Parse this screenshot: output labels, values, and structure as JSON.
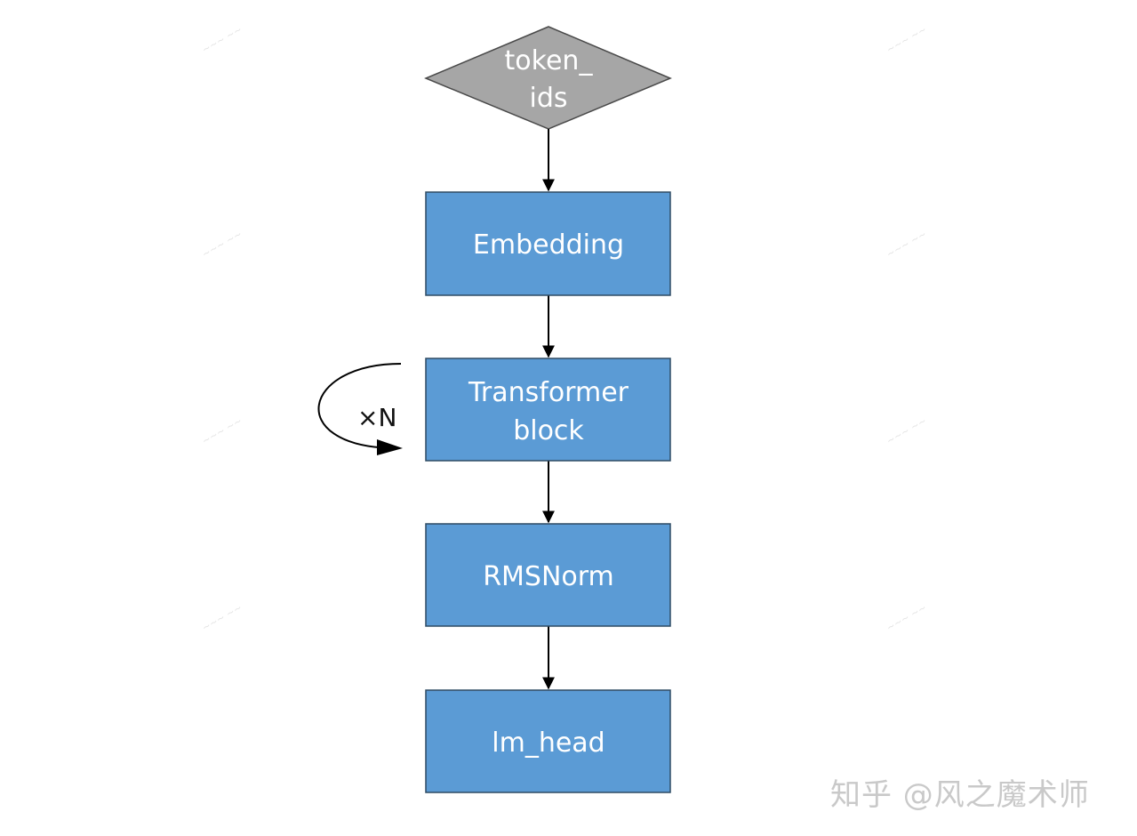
{
  "nodes": {
    "input": {
      "label_line1": "token_",
      "label_line2": "ids",
      "fill": "#a6a6a6"
    },
    "embedding": {
      "label": "Embedding"
    },
    "transformer": {
      "label_line1": "Transformer",
      "label_line2": "block"
    },
    "rmsnorm": {
      "label": "RMSNorm"
    },
    "lm_head": {
      "label": "lm_head"
    }
  },
  "loop": {
    "label": "×N"
  },
  "colors": {
    "box_fill": "#5b9bd5",
    "box_stroke": "#2f4b63",
    "arrow": "#000000"
  },
  "watermark": {
    "text": "知乎 @风之魔术师"
  }
}
